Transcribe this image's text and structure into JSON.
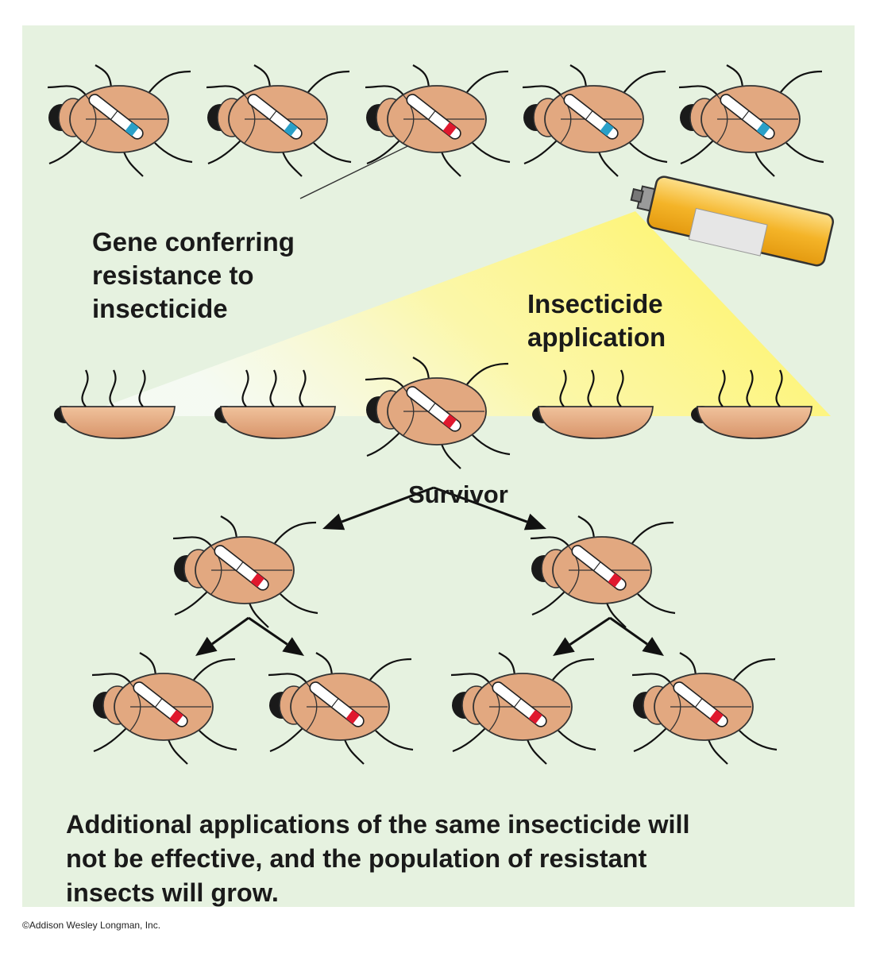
{
  "labels": {
    "gene_lines": [
      "Gene conferring",
      "resistance to",
      "insecticide"
    ],
    "spray_lines": [
      "Insecticide",
      "application"
    ],
    "survivor": "Survivor",
    "conclusion_lines": [
      "Additional applications of the same insecticide will",
      "not be effective, and the population of resistant",
      "insects will grow."
    ],
    "credit": "©Addison Wesley Longman, Inc."
  },
  "colors": {
    "background": "#e6f2e0",
    "beetle_body": "#e2a880",
    "resistant_gene": "#e0182e",
    "normal_gene": "#2aa0c8",
    "spray_can": "#f4b82a",
    "spray_beam": "#fff56a"
  },
  "beetles": {
    "row1": [
      {
        "gene": "normal",
        "alive": true
      },
      {
        "gene": "normal",
        "alive": true
      },
      {
        "gene": "resistant",
        "alive": true
      },
      {
        "gene": "normal",
        "alive": true
      },
      {
        "gene": "normal",
        "alive": true
      }
    ],
    "row2": [
      {
        "gene": "none",
        "alive": false
      },
      {
        "gene": "none",
        "alive": false
      },
      {
        "gene": "resistant",
        "alive": true
      },
      {
        "gene": "none",
        "alive": false
      },
      {
        "gene": "none",
        "alive": false
      }
    ],
    "row3": [
      {
        "gene": "resistant",
        "alive": true
      },
      {
        "gene": "resistant",
        "alive": true
      }
    ],
    "row4": [
      {
        "gene": "resistant",
        "alive": true
      },
      {
        "gene": "resistant",
        "alive": true
      },
      {
        "gene": "resistant",
        "alive": true
      },
      {
        "gene": "resistant",
        "alive": true
      }
    ]
  },
  "icons": {
    "spray_can": "spray-can-icon",
    "live_beetle": "beetle-icon",
    "dead_beetle": "dead-beetle-icon",
    "arrow": "arrow-icon"
  }
}
